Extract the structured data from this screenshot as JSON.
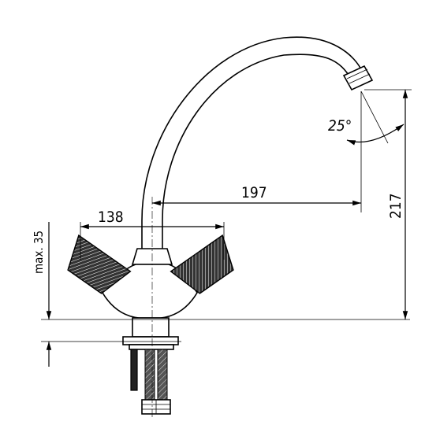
{
  "dimensions": {
    "width_138": "138",
    "reach_197": "197",
    "height_217": "217",
    "max_35": "max. 35",
    "angle_25": "25°"
  }
}
